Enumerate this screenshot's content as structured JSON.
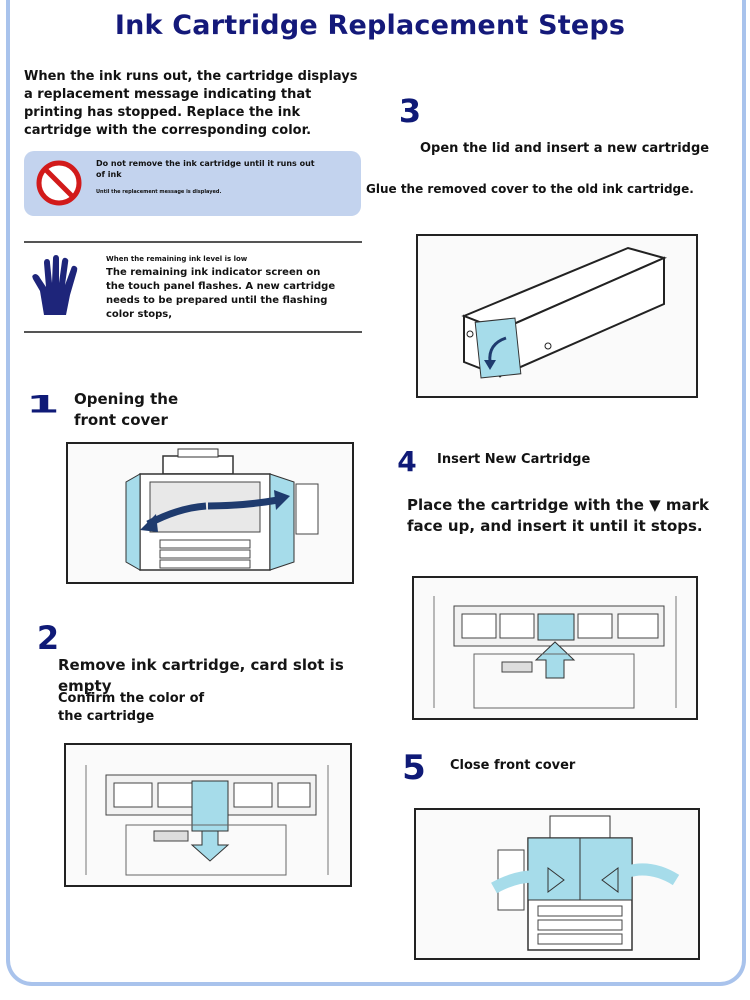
{
  "header": {
    "title": "Ink Cartridge Replacement Steps"
  },
  "intro": "When the ink runs out, the cartridge displays a replacement message indicating that printing has stopped. Replace the ink cartridge with the corresponding color.",
  "warning": {
    "main": "Do not remove the ink cartridge until it runs out of ink",
    "sub": "Until the replacement message is displayed."
  },
  "low_ink": {
    "heading": "When the remaining ink level is low",
    "body": "The remaining ink indicator screen on the touch panel flashes. A new cartridge needs to be prepared until the flashing color stops,"
  },
  "steps": [
    {
      "num": "1",
      "label": "Opening the front cover"
    },
    {
      "num": "2",
      "label": "Remove ink cartridge, card slot is empty",
      "detail": "Confirm the color of the cartridge"
    },
    {
      "num": "3",
      "label": "Open the lid and insert a new cartridge",
      "detail": "Glue the removed cover to the old ink cartridge."
    },
    {
      "num": "4",
      "label": "Insert New Cartridge",
      "detail": "Place the cartridge with the ▼ mark face up, and insert it until it stops."
    },
    {
      "num": "5",
      "label": "Close front cover"
    }
  ],
  "icons": [
    "no-entry-icon",
    "hand-icon"
  ],
  "colors": {
    "accent": "#14197a",
    "panel": "#a9c3ec",
    "highlight": "#a6dcea",
    "arrow": "#1f3b6e"
  }
}
